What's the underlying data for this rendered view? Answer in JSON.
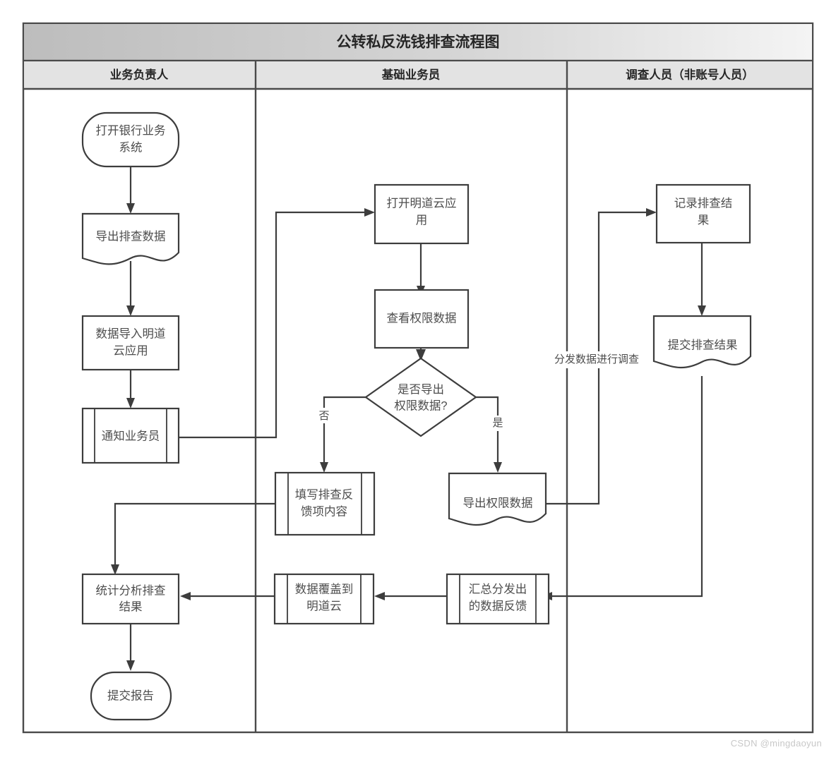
{
  "diagram": {
    "title": "公转私反洗钱排查流程图",
    "watermark": "CSDN @mingdaoyun",
    "colors": {
      "title_band_left": "#bdbdbd",
      "title_band_right": "#f2f2f2",
      "lane_header_band": "#e3e3e3",
      "stroke": "#3d3d3d",
      "text": "#4d4d4d",
      "page_background": "#ffffff",
      "shape_fill": "#ffffff"
    },
    "lanes": [
      {
        "id": "lane-1",
        "label": "业务负责人"
      },
      {
        "id": "lane-2",
        "label": "基础业务员"
      },
      {
        "id": "lane-3",
        "label": "调查人员（非账号人员）"
      }
    ],
    "nodes": [
      {
        "id": "n1",
        "lane": "lane-1",
        "shape": "terminator",
        "label_line1": "打开银行业务",
        "label_line2": "系统"
      },
      {
        "id": "n2",
        "lane": "lane-1",
        "shape": "document",
        "label_line1": "导出排查数据",
        "label_line2": ""
      },
      {
        "id": "n3",
        "lane": "lane-1",
        "shape": "process",
        "label_line1": "数据导入明道",
        "label_line2": "云应用"
      },
      {
        "id": "n4",
        "lane": "lane-1",
        "shape": "predefined-process",
        "label_line1": "通知业务员",
        "label_line2": ""
      },
      {
        "id": "n5",
        "lane": "lane-1",
        "shape": "process",
        "label_line1": "统计分析排查",
        "label_line2": "结果"
      },
      {
        "id": "n6",
        "lane": "lane-1",
        "shape": "terminator",
        "label_line1": "提交报告",
        "label_line2": ""
      },
      {
        "id": "n7",
        "lane": "lane-2",
        "shape": "process",
        "label_line1": "打开明道云应",
        "label_line2": "用"
      },
      {
        "id": "n8",
        "lane": "lane-2",
        "shape": "process",
        "label_line1": "查看权限数据",
        "label_line2": ""
      },
      {
        "id": "n9",
        "lane": "lane-2",
        "shape": "decision",
        "label_line1": "是否导出",
        "label_line2": "权限数据?"
      },
      {
        "id": "n10",
        "lane": "lane-2",
        "shape": "predefined-process",
        "label_line1": "填写排查反",
        "label_line2": "馈项内容"
      },
      {
        "id": "n11",
        "lane": "lane-2",
        "shape": "document",
        "label_line1": "导出权限数据",
        "label_line2": ""
      },
      {
        "id": "n12",
        "lane": "lane-2",
        "shape": "predefined-process",
        "label_line1": "数据覆盖到",
        "label_line2": "明道云"
      },
      {
        "id": "n13",
        "lane": "lane-2",
        "shape": "predefined-process",
        "label_line1": "汇总分发出",
        "label_line2": "的数据反馈"
      },
      {
        "id": "n14",
        "lane": "lane-3",
        "shape": "process",
        "label_line1": "记录排查结",
        "label_line2": "果"
      },
      {
        "id": "n15",
        "lane": "lane-3",
        "shape": "document",
        "label_line1": "提交排查结果",
        "label_line2": ""
      }
    ],
    "edge_labels": [
      {
        "id": "e-no",
        "text": "否"
      },
      {
        "id": "e-yes",
        "text": "是"
      },
      {
        "id": "e-dispatch",
        "text": "分发数据进行调查"
      }
    ]
  }
}
